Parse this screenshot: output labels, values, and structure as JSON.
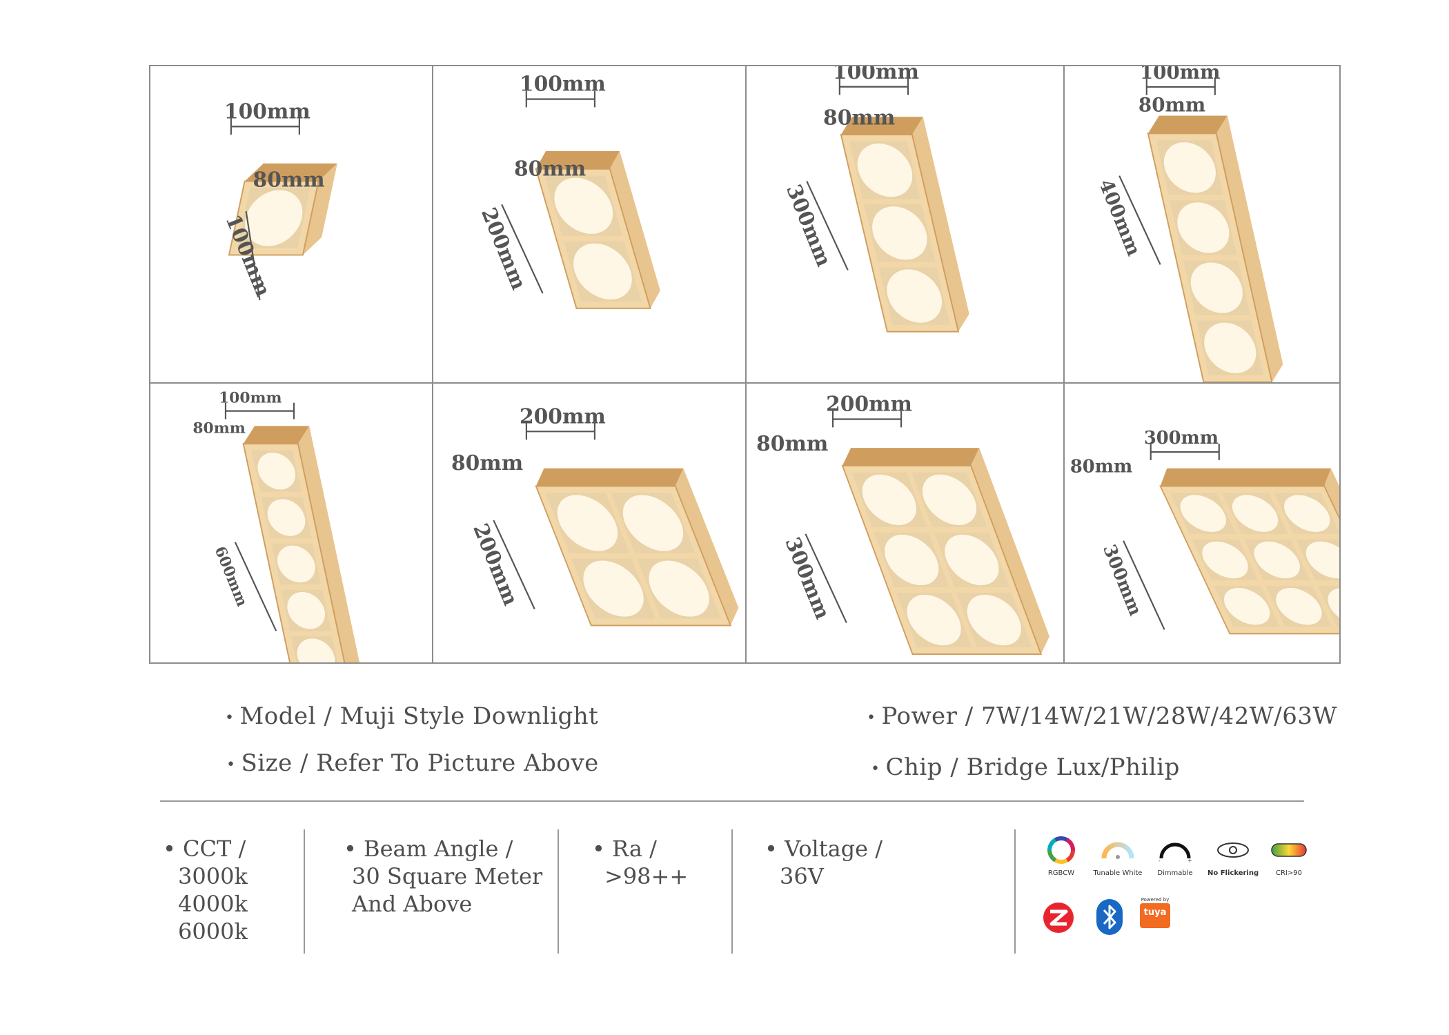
{
  "cells": [
    {
      "id": "cell-1x1",
      "w": "100mm",
      "d": "80mm",
      "l": "100mm"
    },
    {
      "id": "cell-1x2",
      "w": "100mm",
      "d": "80mm",
      "l": "200mm"
    },
    {
      "id": "cell-1x3",
      "w": "100mm",
      "d": "80mm",
      "l": "300mm"
    },
    {
      "id": "cell-1x4",
      "w": "100mm",
      "d": "80mm",
      "l": "400mm"
    },
    {
      "id": "cell-1x6",
      "w": "100mm",
      "d": "80mm",
      "l": "600mm"
    },
    {
      "id": "cell-2x2",
      "w": "200mm",
      "d": "80mm",
      "l": "200mm"
    },
    {
      "id": "cell-2x3",
      "w": "200mm",
      "d": "80mm",
      "l": "300mm"
    },
    {
      "id": "cell-3x3",
      "w": "300mm",
      "d": "80mm",
      "l": "300mm"
    }
  ],
  "specs": {
    "model": "Model / Muji Style Downlight",
    "size": "Size / Refer To Picture Above",
    "power": "Power / 7W/14W/21W/28W/42W/63W",
    "chip": "Chip / Bridge Lux/Philip"
  },
  "columns": {
    "cct": {
      "title": "CCT /",
      "values": [
        "3000k",
        "4000k",
        "6000k"
      ]
    },
    "beam": {
      "title": "Beam Angle /",
      "values": [
        "30 Square Meter",
        "And Above"
      ]
    },
    "ra": {
      "title": "Ra /",
      "values": [
        ">98++"
      ]
    },
    "voltage": {
      "title": "Voltage /",
      "values": [
        "36V"
      ]
    }
  },
  "features": {
    "rgbcw": "RGBCW",
    "tunable": "Tunable White",
    "dimmable": "Dimmable",
    "no_flicker": "No Flickering",
    "cri": "CRI>90"
  },
  "protocols": {
    "tuya_top": "Powered by",
    "tuya_word": "tuya"
  },
  "colors": {
    "wood": "#e8c48e",
    "wood_dark": "#cf9e5f",
    "wood_light": "#f2d7a8",
    "glow": "#fff7e6",
    "zigbee": "#e8252f",
    "bluetooth": "#1868c4",
    "tuya": "#f26b21"
  }
}
